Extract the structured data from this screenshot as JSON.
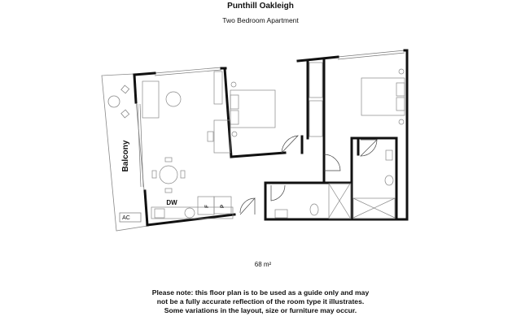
{
  "header": {
    "title": "Punthill Oakleigh",
    "subtitle": "Two Bedroom Apartment"
  },
  "plan": {
    "balcony_label": "Balcony",
    "ac_label": "AC",
    "dishwasher_label": "DW",
    "fridge_label": "F",
    "pantry_label": "P"
  },
  "area": "68 m²",
  "note": [
    "Please note: this floor plan is to be used as a guide only and may",
    "not be a fully accurate reflection of the room type it illustrates.",
    "Some variations in the layout, size or furniture may occur."
  ]
}
